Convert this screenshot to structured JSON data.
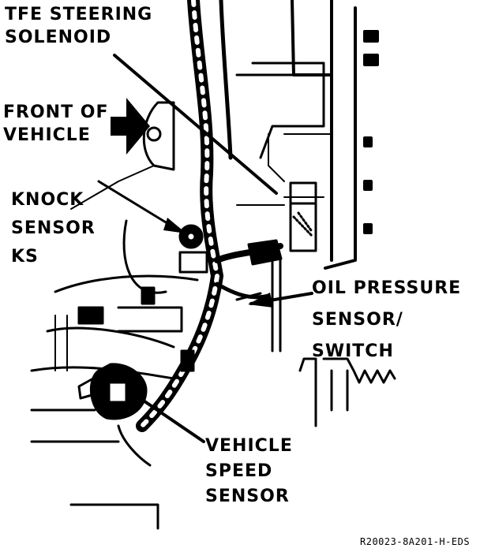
{
  "labels": {
    "tfe_steering_solenoid": [
      "TFE STEERING",
      "SOLENOID"
    ],
    "front_of_vehicle": [
      "FRONT OF",
      "VEHICLE"
    ],
    "knock_sensor": [
      "KNOCK",
      "SENSOR",
      "KS"
    ],
    "oil_pressure": [
      "OIL PRESSURE",
      "SENSOR/",
      "SWITCH"
    ],
    "vehicle_speed_sensor": [
      "VEHICLE",
      "SPEED",
      "SENSOR"
    ]
  },
  "figure_code": "R20023-8A201-H-EDS",
  "icons": {
    "front_arrow": "direction-arrow-icon"
  },
  "colors": {
    "ink": "#000000",
    "paper": "#ffffff"
  }
}
